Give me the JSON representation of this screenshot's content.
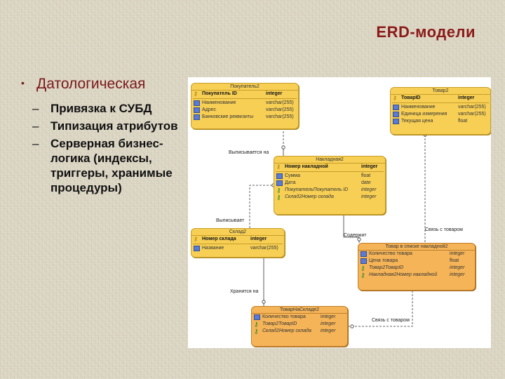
{
  "slide": {
    "title": "ERD-модели",
    "main_bullet": "Датологическая",
    "sub_items": [
      "Привязка к СУБД",
      "Типизация атрибутов",
      "Серверная бизнес-логика (индексы, триггеры, хранимые процедуры)"
    ]
  },
  "diagram": {
    "entities": {
      "buyer": {
        "title": "Покупатель2",
        "attrs": [
          {
            "name": "Покупатель ID",
            "type": "integer"
          },
          {
            "name": "Наименование",
            "type": "varchar(255)"
          },
          {
            "name": "Адрес",
            "type": "varchar(255)"
          },
          {
            "name": "Банковские реквизиты",
            "type": "varchar(255)"
          }
        ]
      },
      "product": {
        "title": "Товар2",
        "attrs": [
          {
            "name": "ТоварID",
            "type": "integer"
          },
          {
            "name": "Наименование",
            "type": "varchar(255)"
          },
          {
            "name": "Единица измерения",
            "type": "varchar(255)"
          },
          {
            "name": "Текущая цена",
            "type": "float"
          }
        ]
      },
      "invoice": {
        "title": "Накладная2",
        "attrs": [
          {
            "name": "Номер накладной",
            "type": "integer"
          },
          {
            "name": "Сумма",
            "type": "float"
          },
          {
            "name": "Дата",
            "type": "date"
          },
          {
            "name": "ПокупательПокупатель ID",
            "type": "integer"
          },
          {
            "name": "Склад2Номер склада",
            "type": "integer"
          }
        ]
      },
      "warehouse": {
        "title": "Склад2",
        "attrs": [
          {
            "name": "Номер склада",
            "type": "integer"
          },
          {
            "name": "Название",
            "type": "varchar(255)"
          }
        ]
      },
      "invoice_line": {
        "title": "Товар в списке накладной2",
        "attrs": [
          {
            "name": "Количество товара",
            "type": "integer"
          },
          {
            "name": "Цена товара",
            "type": "float"
          },
          {
            "name": "Товар2ТоварID",
            "type": "integer"
          },
          {
            "name": "Накладная2Номер накладной",
            "type": "integer"
          }
        ]
      },
      "stock": {
        "title": "ТоварНаСкладе2",
        "attrs": [
          {
            "name": "Количество товара",
            "type": "integer"
          },
          {
            "name": "Товар2ТоварID",
            "type": "integer"
          },
          {
            "name": "Склад2Номер склада",
            "type": "integer"
          }
        ]
      }
    },
    "relations": {
      "issued_to": "Выписывается на",
      "issued": "Выписывает",
      "contains": "Содержит",
      "linked_product": "Связь с товаром",
      "stored": "Хранится на",
      "linked_product2": "Связь с товаром"
    },
    "colors": {
      "entity_yellow": "#f7cf55",
      "entity_orange": "#f5b458",
      "title_red": "#8b1a1a"
    }
  }
}
